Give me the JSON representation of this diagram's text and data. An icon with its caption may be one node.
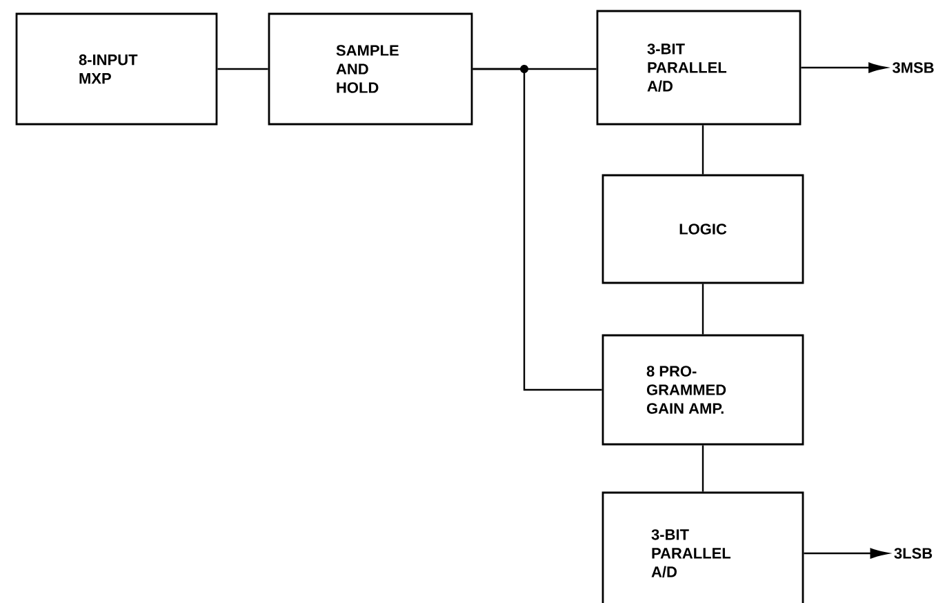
{
  "diagram": {
    "nodes": [
      {
        "text": [
          "8-INPUT MXP"
        ]
      },
      {
        "text": [
          "SAMPLE AND HOLD"
        ]
      },
      {
        "text": [
          "3-BIT PARALLEL A/D"
        ]
      },
      {
        "text": [
          "LOGIC"
        ]
      },
      {
        "text": [
          "8 PRO- GRAMMED GAIN AMP."
        ]
      },
      {
        "text": [
          "3-BIT PARALLEL A/D"
        ]
      },
      {
        "text": [
          "3MSB"
        ]
      },
      {
        "text": [
          "3LSB"
        ]
      }
    ],
    "edges": [
      {
        "from": 0,
        "to": 1,
        "arrow": "none"
      },
      {
        "from": 1,
        "to": 2,
        "arrow": "none"
      },
      {
        "from": 1,
        "to": 4,
        "arrow": "none"
      },
      {
        "from": 2,
        "to": 3,
        "arrow": "none"
      },
      {
        "from": 3,
        "to": 4,
        "arrow": "none"
      },
      {
        "from": 4,
        "to": 5,
        "arrow": "none"
      },
      {
        "from": 2,
        "to": 6,
        "arrow": "to"
      },
      {
        "from": 5,
        "to": 7,
        "arrow": "to"
      }
    ]
  }
}
